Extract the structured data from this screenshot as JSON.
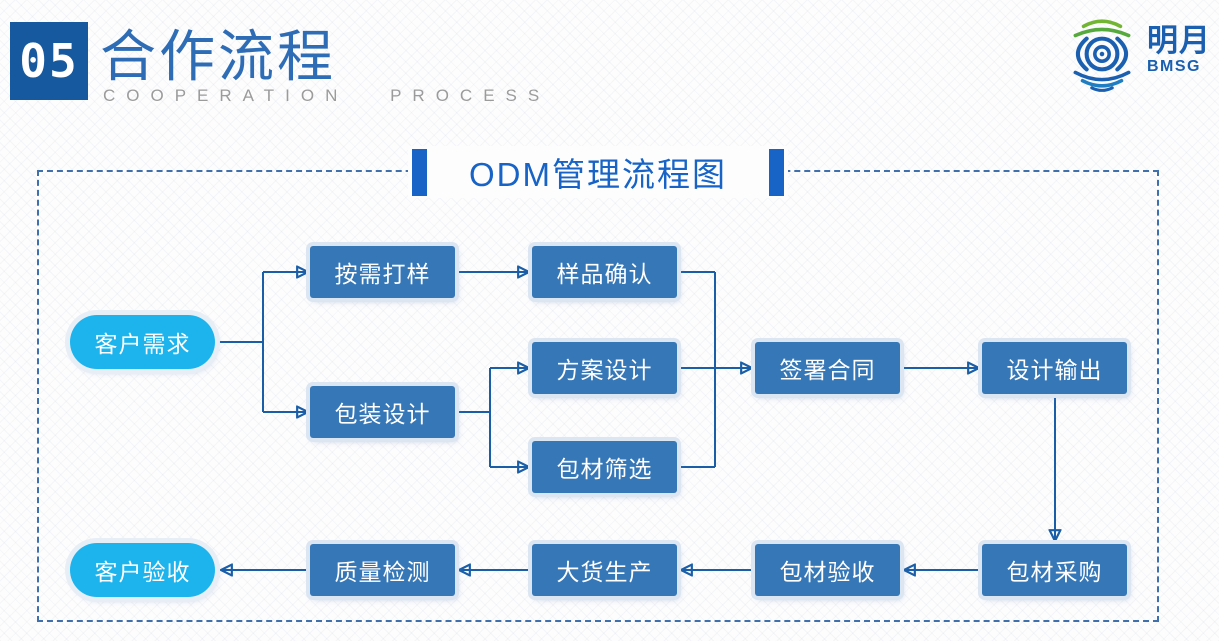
{
  "header": {
    "section_number": "05",
    "title": "合作流程",
    "subtitle": "COOPERATION PROCESS",
    "logo": {
      "name": "明月",
      "abbr": "BMSG"
    }
  },
  "diagram": {
    "title": "ODM管理流程图",
    "nodes": {
      "customer_demand": "客户需求",
      "sample_on_demand": "按需打样",
      "sample_confirm": "样品确认",
      "packaging_design": "包装设计",
      "solution_design": "方案设计",
      "material_screening": "包材筛选",
      "sign_contract": "签署合同",
      "design_output": "设计输出",
      "material_purchase": "包材采购",
      "material_acceptance": "包材验收",
      "mass_production": "大货生产",
      "quality_inspection": "质量检测",
      "customer_acceptance": "客户验收"
    },
    "edges": [
      {
        "from": "customer_demand",
        "to": "sample_on_demand"
      },
      {
        "from": "customer_demand",
        "to": "packaging_design"
      },
      {
        "from": "sample_on_demand",
        "to": "sample_confirm"
      },
      {
        "from": "packaging_design",
        "to": "solution_design"
      },
      {
        "from": "packaging_design",
        "to": "material_screening"
      },
      {
        "from": "sample_confirm",
        "to": "sign_contract"
      },
      {
        "from": "solution_design",
        "to": "sign_contract"
      },
      {
        "from": "material_screening",
        "to": "sign_contract"
      },
      {
        "from": "sign_contract",
        "to": "design_output"
      },
      {
        "from": "design_output",
        "to": "material_purchase"
      },
      {
        "from": "material_purchase",
        "to": "material_acceptance"
      },
      {
        "from": "material_acceptance",
        "to": "mass_production"
      },
      {
        "from": "mass_production",
        "to": "quality_inspection"
      },
      {
        "from": "quality_inspection",
        "to": "customer_acceptance"
      }
    ],
    "colors": {
      "box_fill": "#3677b7",
      "pill_fill": "#1db4ee",
      "arrow": "#1a5ea8",
      "dashed_border": "#3f6fad",
      "title_accent": "#1763c6"
    }
  }
}
